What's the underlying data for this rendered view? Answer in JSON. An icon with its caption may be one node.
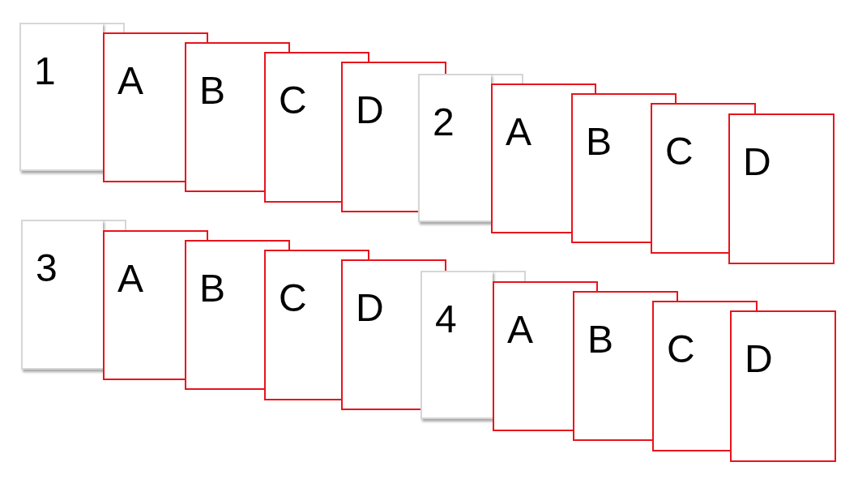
{
  "diagram": {
    "nodes": [
      {
        "text": [
          "1"
        ]
      },
      {
        "text": [
          "A"
        ]
      },
      {
        "text": [
          "B"
        ]
      },
      {
        "text": [
          "C"
        ]
      },
      {
        "text": [
          "D"
        ]
      },
      {
        "text": [
          "2"
        ]
      },
      {
        "text": [
          "A"
        ]
      },
      {
        "text": [
          "B"
        ]
      },
      {
        "text": [
          "C"
        ]
      },
      {
        "text": [
          "D"
        ]
      },
      {
        "text": [
          "3"
        ]
      },
      {
        "text": [
          "A"
        ]
      },
      {
        "text": [
          "B"
        ]
      },
      {
        "text": [
          "C"
        ]
      },
      {
        "text": [
          "D"
        ]
      },
      {
        "text": [
          "4"
        ]
      },
      {
        "text": [
          "A"
        ]
      },
      {
        "text": [
          "B"
        ]
      },
      {
        "text": [
          "C"
        ]
      },
      {
        "text": [
          "D"
        ]
      }
    ]
  }
}
